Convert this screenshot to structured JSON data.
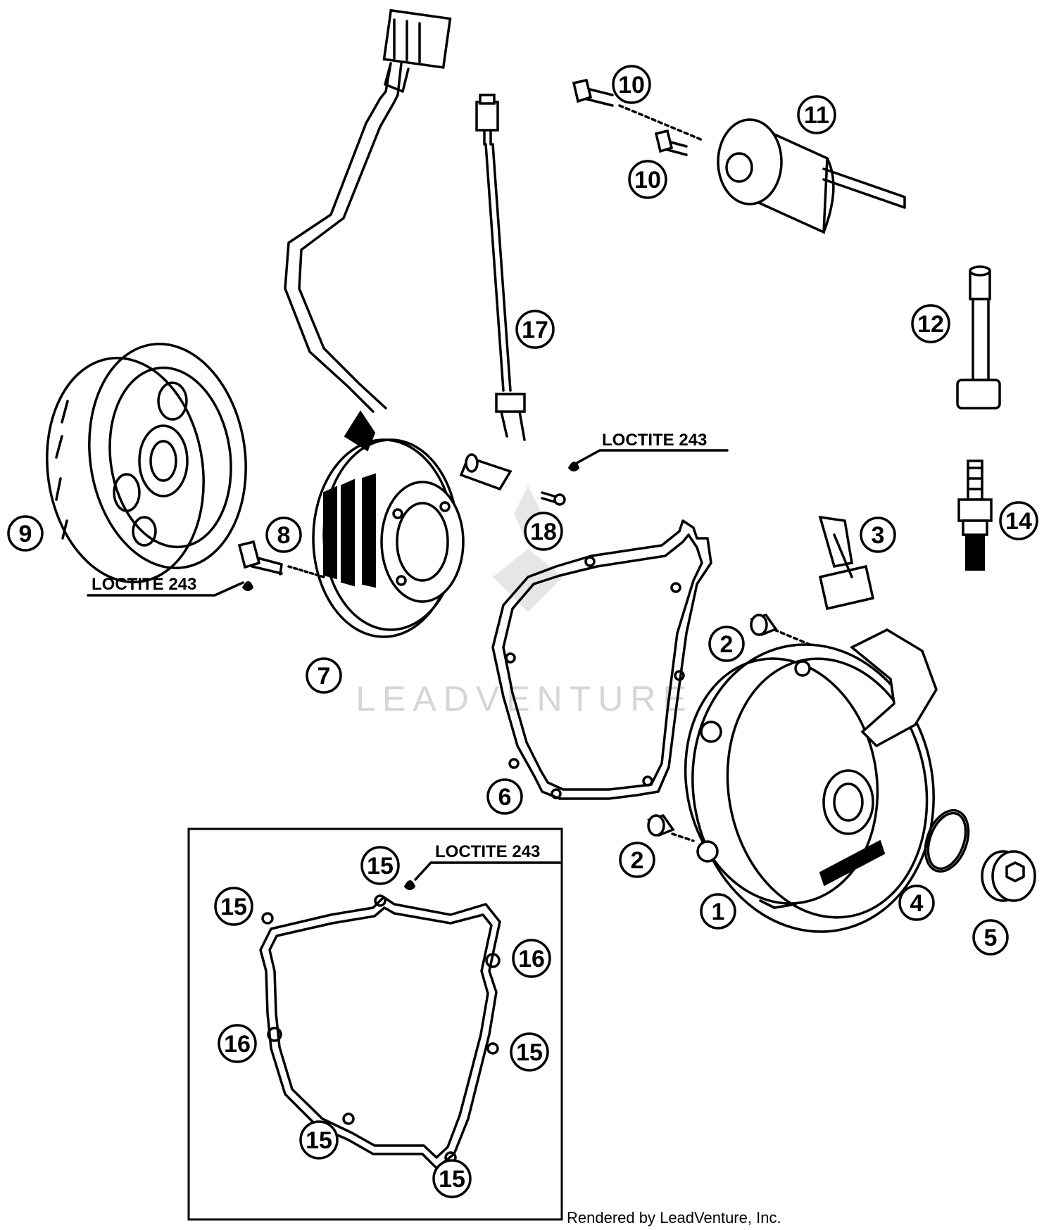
{
  "callouts": {
    "c1": "1",
    "c2a": "2",
    "c2b": "2",
    "c3": "3",
    "c4": "4",
    "c5": "5",
    "c6": "6",
    "c7": "7",
    "c8": "8",
    "c9": "9",
    "c10a": "10",
    "c10b": "10",
    "c11": "11",
    "c12": "12",
    "c14": "14",
    "c15a": "15",
    "c15b": "15",
    "c15c": "15",
    "c15d": "15",
    "c15e": "15",
    "c16a": "16",
    "c16b": "16",
    "c17": "17",
    "c18": "18"
  },
  "notes": {
    "loctite_top": "LOCTITE 243",
    "loctite_left": "LOCTITE 243",
    "loctite_inset": "LOCTITE 243"
  },
  "watermark": "LEADVENTURE",
  "footer": {
    "credit": "Rendered by LeadVenture, Inc."
  }
}
